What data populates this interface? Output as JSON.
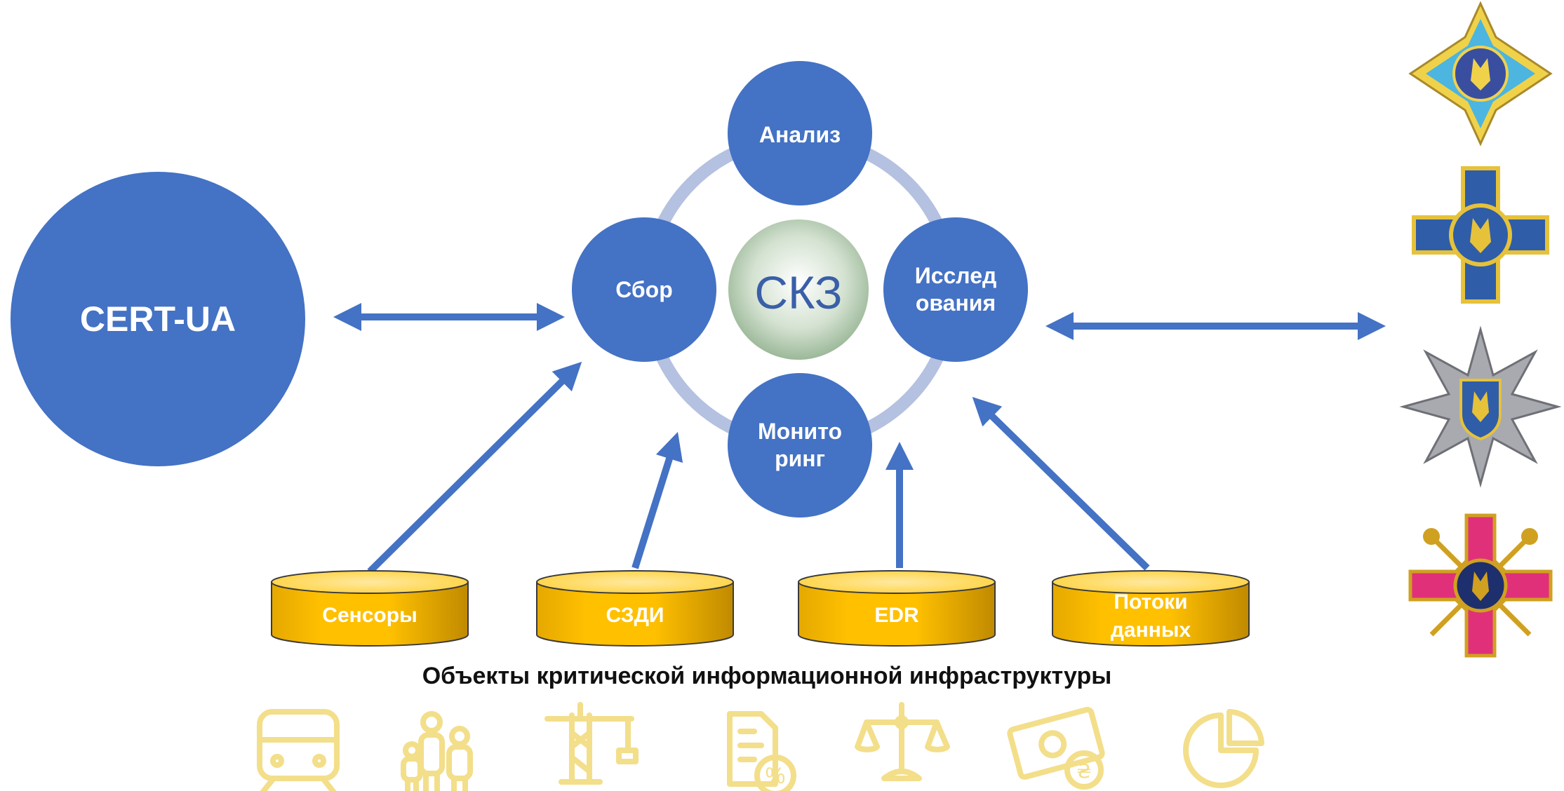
{
  "colors": {
    "blue": "#4472C4",
    "ring": "#B4C1E0",
    "gold": "#FFC000",
    "icon": "#F3DE8A",
    "center_fill": "#C6D9C3",
    "center_text": "#3A5FA8"
  },
  "cert": {
    "label": "CERT-UA"
  },
  "center": {
    "label": "СКЗ"
  },
  "nodes": {
    "analysis": {
      "label": "Анализ"
    },
    "collection": {
      "label": "Сбор"
    },
    "research": {
      "line1": "Исслед",
      "line2": "ования"
    },
    "monitoring": {
      "line1": "Монито",
      "line2": "ринг"
    }
  },
  "sources": [
    {
      "line1": "Сенсоры",
      "line2": ""
    },
    {
      "line1": "СЗДИ",
      "line2": ""
    },
    {
      "line1": "EDR",
      "line2": ""
    },
    {
      "line1": "Потоки",
      "line2": "данных"
    }
  ],
  "caption": "Объекты критической информационной инфраструктуры",
  "icons": [
    "train-icon",
    "family-icon",
    "crane-icon",
    "document-percent-icon",
    "scales-icon",
    "money-icon",
    "pie-chart-icon"
  ],
  "emblems": [
    "nsdc-emblem",
    "sbu-emblem",
    "police-emblem",
    "armed-forces-emblem"
  ]
}
